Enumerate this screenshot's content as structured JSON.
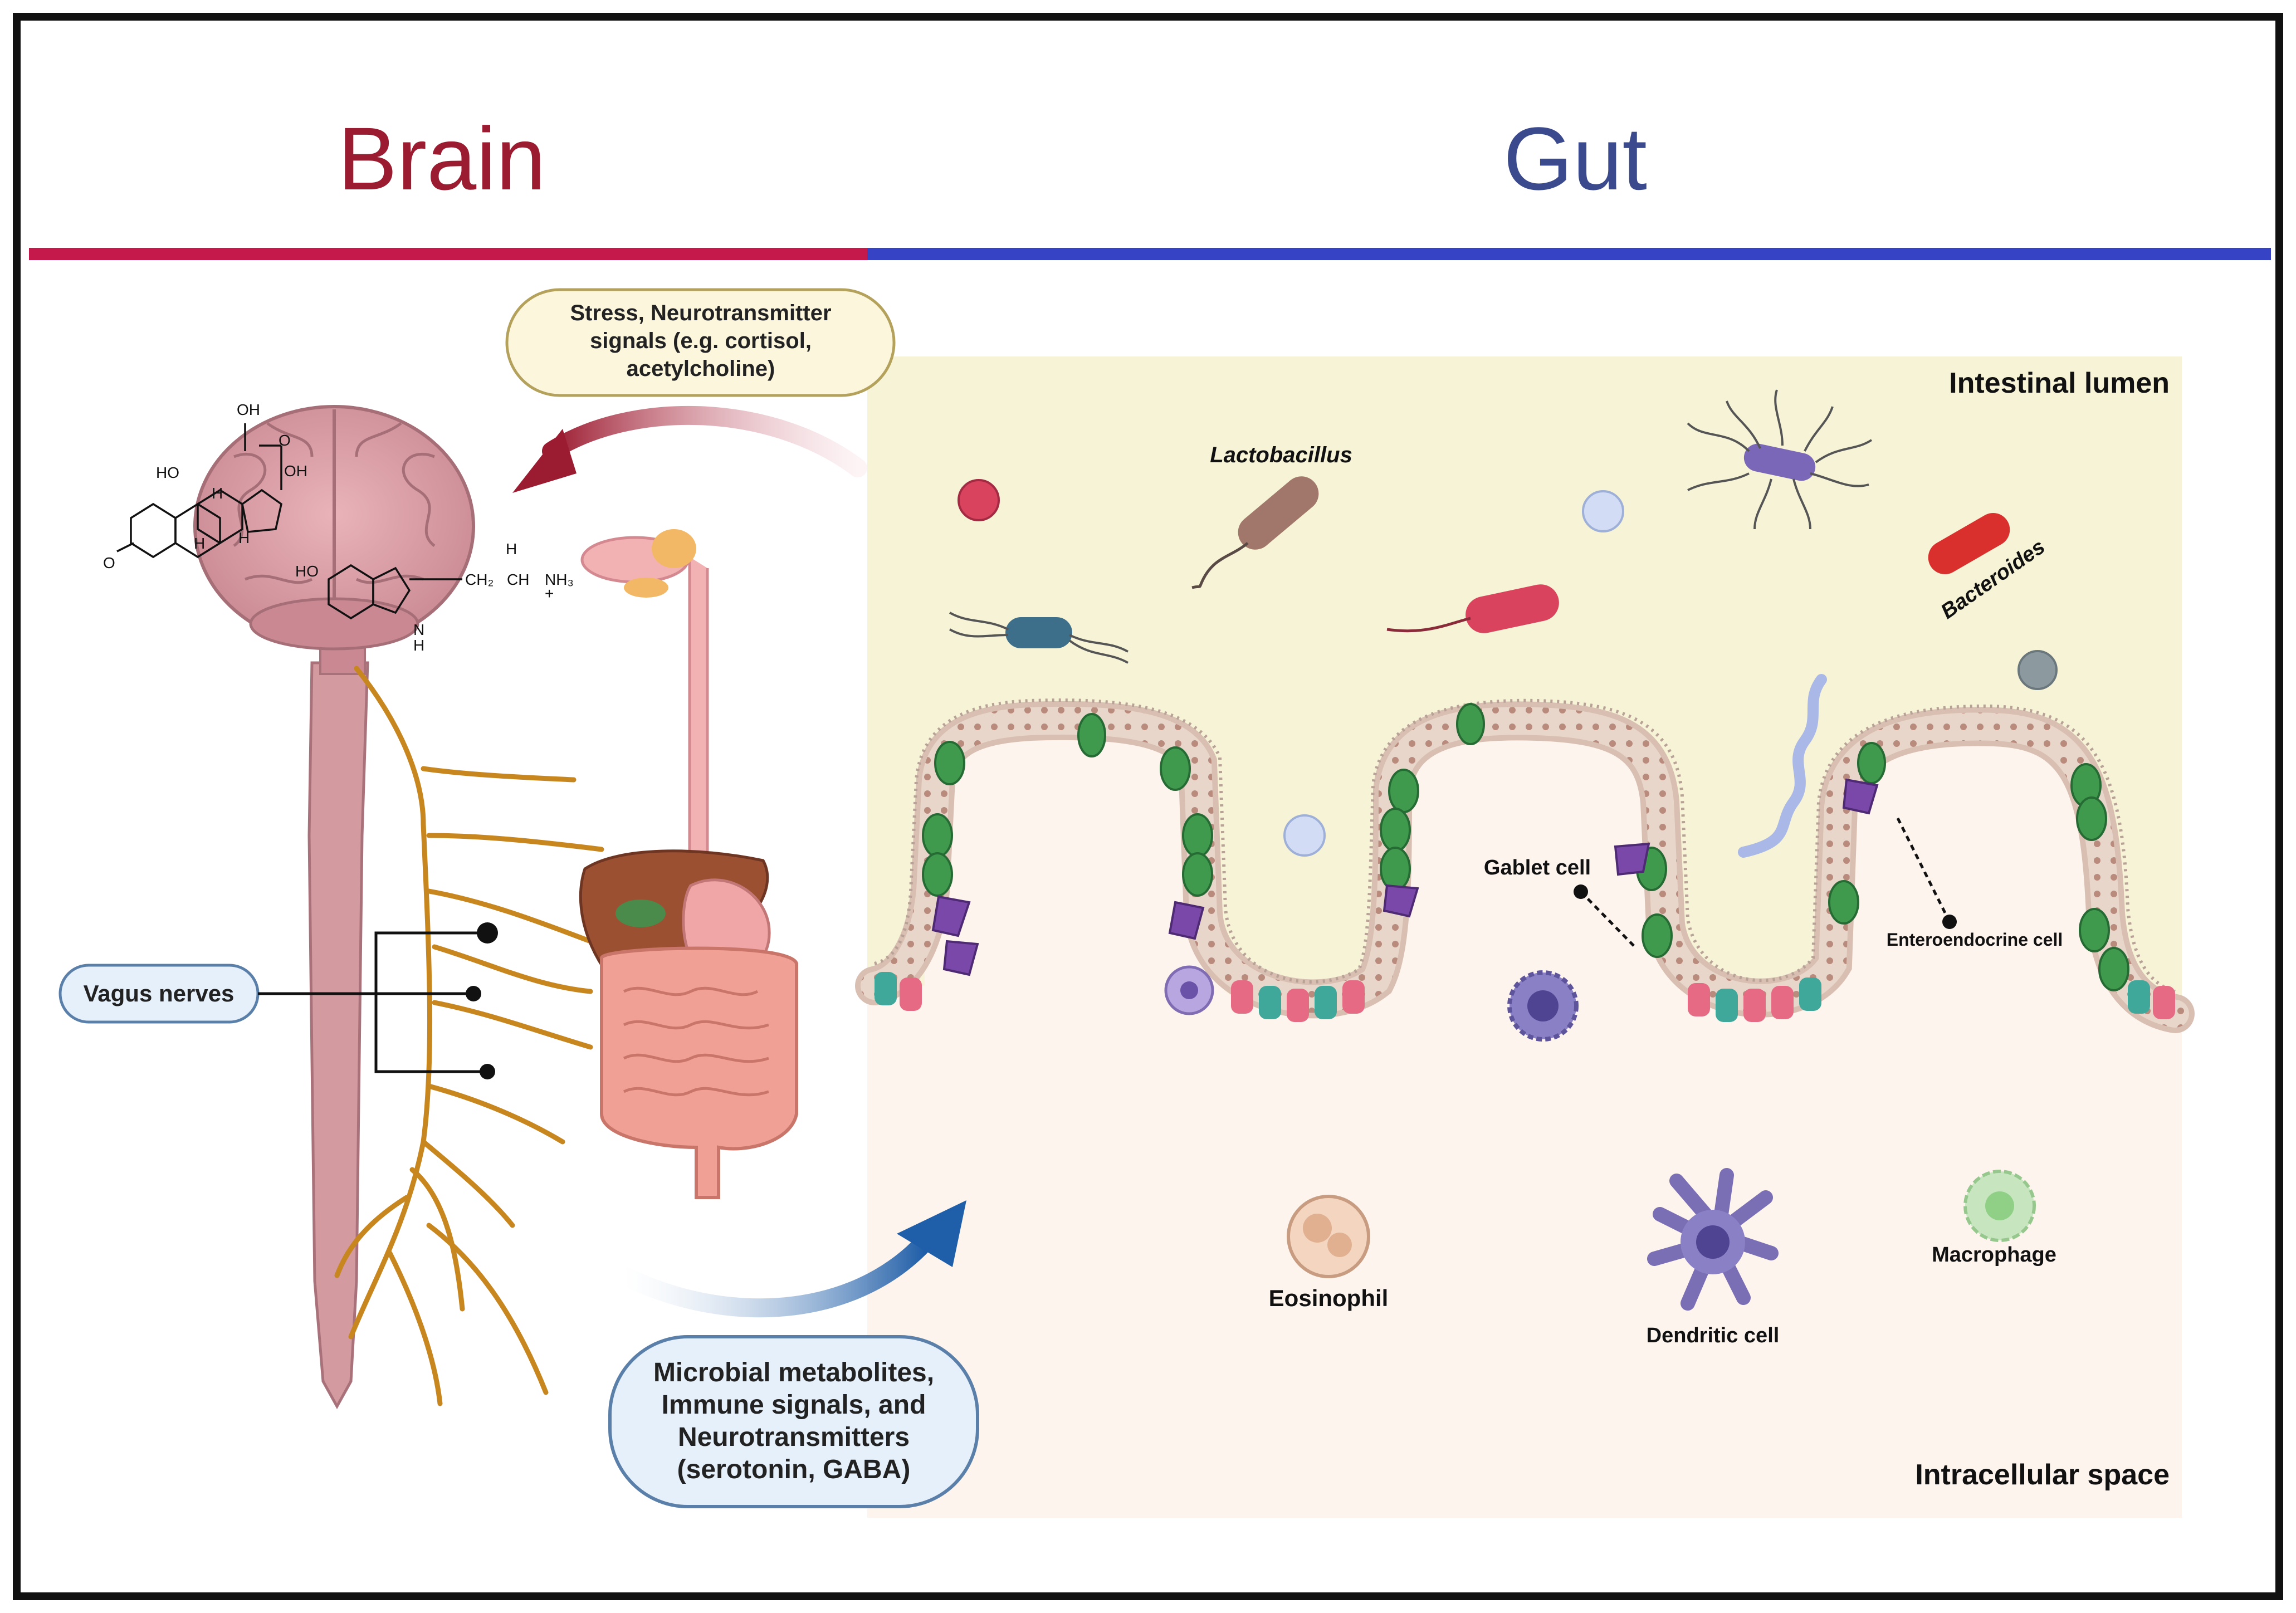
{
  "header": {
    "brain_title": "Brain",
    "gut_title": "Gut"
  },
  "callouts": {
    "top": [
      "Stress, Neurotransmitter",
      "signals (e.g. cortisol,",
      "acetylcholine)"
    ],
    "bottom": [
      "Microbial metabolites,",
      "Immune signals, and",
      "Neurotransmitters",
      "(serotonin, GABA)"
    ],
    "vagus": "Vagus nerves"
  },
  "regions": {
    "lumen": "Intestinal lumen",
    "intracellular": "Intracellular space"
  },
  "bacteria": {
    "lactobacillus": "Lactobacillus",
    "bacteroides": "Bacteroides"
  },
  "cells": {
    "goblet": "Gablet cell",
    "enteroendocrine": "Enteroendocrine cell",
    "eosinophil": "Eosinophil",
    "dendritic": "Dendritic cell",
    "macrophage": "Macrophage"
  },
  "chemistry": {
    "oh_top": "OH",
    "ho_left": "HO",
    "oh_right": "OH",
    "h1": "H",
    "h2": "H",
    "h3": "H",
    "o_left": "O",
    "o_ketone": "O",
    "ho_serotonin": "HO",
    "ch2": "CH₂",
    "ch": "CH",
    "nh3": "NH₃",
    "plus": "+",
    "h_top": "H",
    "n_ring": "N",
    "h_ring": "H"
  },
  "colors": {
    "brain_red": "#9b1b30",
    "gut_blue": "#3b4a8c",
    "red_bar": "#c4194a",
    "blue_bar": "#3543c4",
    "lumen_bg": "#f6f3d6",
    "intra_bg": "#fdf4ee",
    "nerve": "#c8861f",
    "callout_top_fill": "#fbf6dc",
    "callout_top_stroke": "#b4a25c",
    "callout_blue_fill": "#e6f0fb",
    "callout_blue_stroke": "#5a7fa8"
  }
}
